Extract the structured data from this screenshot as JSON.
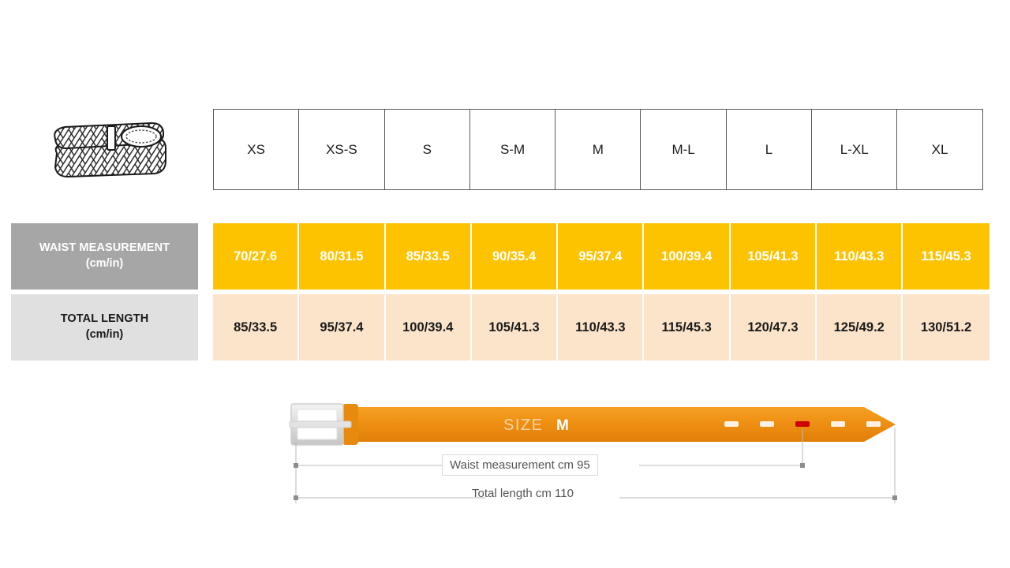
{
  "product": {
    "icon_name": "woven-belt-illustration",
    "alt": "Coiled braided belt"
  },
  "table": {
    "sizes": [
      "XS",
      "XS-S",
      "S",
      "S-M",
      "M",
      "M-L",
      "L",
      "L-XL",
      "XL"
    ],
    "rows": [
      {
        "id": "waist",
        "label_line1": "WAIST MEASUREMENT",
        "label_line2": "(cm/in)",
        "values": [
          "70/27.6",
          "80/31.5",
          "85/33.5",
          "90/35.4",
          "95/37.4",
          "100/39.4",
          "105/41.3",
          "110/43.3",
          "115/45.3"
        ]
      },
      {
        "id": "total",
        "label_line1": "TOTAL LENGTH",
        "label_line2": "(cm/in)",
        "values": [
          "85/33.5",
          "95/37.4",
          "100/39.4",
          "105/41.3",
          "110/43.3",
          "115/45.3",
          "120/47.3",
          "125/49.2",
          "130/51.2"
        ]
      }
    ]
  },
  "diagram": {
    "size_prefix": "SIZE",
    "size_value": "M",
    "waist_dimension": "Waist measurement cm 95",
    "total_dimension": "Total length cm 110",
    "holes_total": 5,
    "hole_selected_index": 2
  },
  "colors": {
    "amber": "#FDC300",
    "peach": "#FCE4CA",
    "gray_label": "#A6A6A6",
    "light_gray_label": "#E0E0E0",
    "belt_orange": "#EF9013",
    "hole_highlight": "#CC0000",
    "border": "#595959"
  }
}
